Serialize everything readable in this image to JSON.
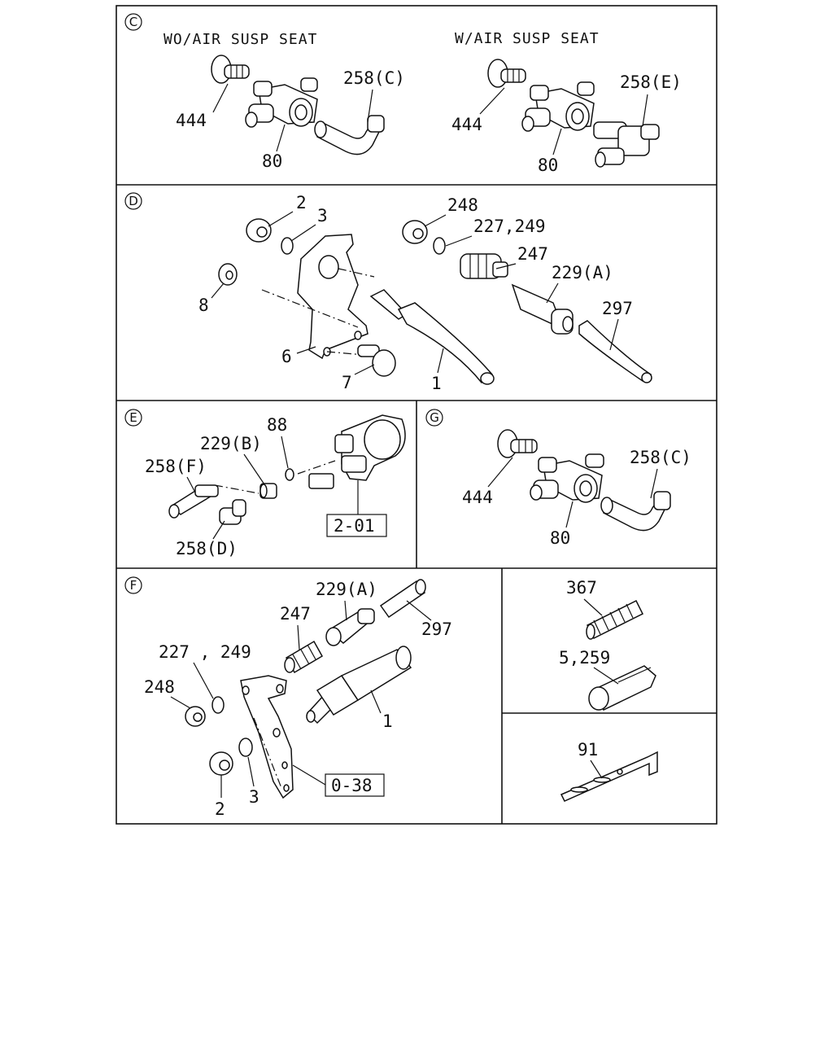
{
  "sections": {
    "C": {
      "marker": "C",
      "title_left": "WO/AIR SUSP SEAT",
      "title_right": "W/AIR SUSP SEAT",
      "left_labels": {
        "p444": "444",
        "p258": "258(C)",
        "p80": "80"
      },
      "right_labels": {
        "p444": "444",
        "p258": "258(E)",
        "p80": "80"
      }
    },
    "D": {
      "marker": "D",
      "labels": {
        "p2": "2",
        "p3": "3",
        "p248": "248",
        "p227": "227,249",
        "p247": "247",
        "p229": "229(A)",
        "p297": "297",
        "p8": "8",
        "p6": "6",
        "p7": "7",
        "p1": "1"
      }
    },
    "E": {
      "marker": "E",
      "labels": {
        "p88": "88",
        "p229": "229(B)",
        "p258f": "258(F)",
        "p258d": "258(D)"
      },
      "ref_box": "2-01"
    },
    "G": {
      "marker": "G",
      "labels": {
        "p444": "444",
        "p258": "258(C)",
        "p80": "80"
      }
    },
    "F": {
      "marker": "F",
      "labels": {
        "p229": "229(A)",
        "p247": "247",
        "p297": "297",
        "p227": "227 , 249",
        "p248": "248",
        "p1": "1",
        "p2": "2",
        "p3": "3"
      },
      "ref_box": "0-38"
    },
    "spring": {
      "labels": {
        "p367": "367",
        "p5": "5,259"
      }
    },
    "bracket": {
      "labels": {
        "p91": "91"
      }
    }
  }
}
